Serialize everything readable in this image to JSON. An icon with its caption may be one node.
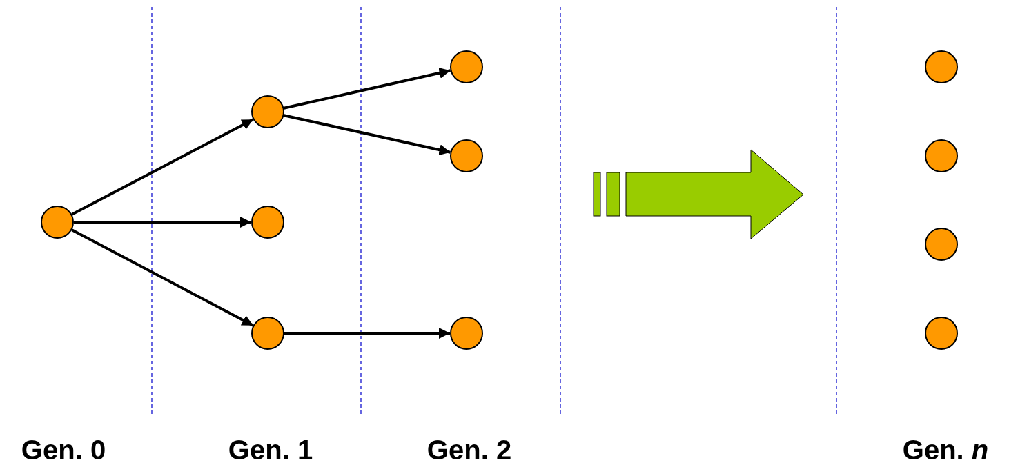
{
  "diagram": {
    "nodes": [
      {
        "text": [],
        "shape": "circle"
      },
      {
        "text": [],
        "shape": "circle"
      },
      {
        "text": [],
        "shape": "circle"
      },
      {
        "text": [],
        "shape": "circle"
      },
      {
        "text": [],
        "shape": "circle"
      },
      {
        "text": [],
        "shape": "circle"
      },
      {
        "text": [],
        "shape": "circle"
      },
      {
        "text": [],
        "shape": "circle"
      },
      {
        "text": [],
        "shape": "circle"
      },
      {
        "text": [],
        "shape": "circle"
      },
      {
        "text": [],
        "shape": "circle"
      }
    ],
    "edges": [
      {
        "from": 0,
        "to": 1,
        "arrow": "to"
      },
      {
        "from": 0,
        "to": 2,
        "arrow": "to"
      },
      {
        "from": 0,
        "to": 3,
        "arrow": "to"
      },
      {
        "from": 1,
        "to": 4,
        "arrow": "to"
      },
      {
        "from": 1,
        "to": 5,
        "arrow": "to"
      },
      {
        "from": 3,
        "to": 6,
        "arrow": "to"
      }
    ],
    "labels": [
      "Gen. 0",
      "Gen. 1",
      "Gen. 2",
      "Gen. *n*"
    ]
  }
}
